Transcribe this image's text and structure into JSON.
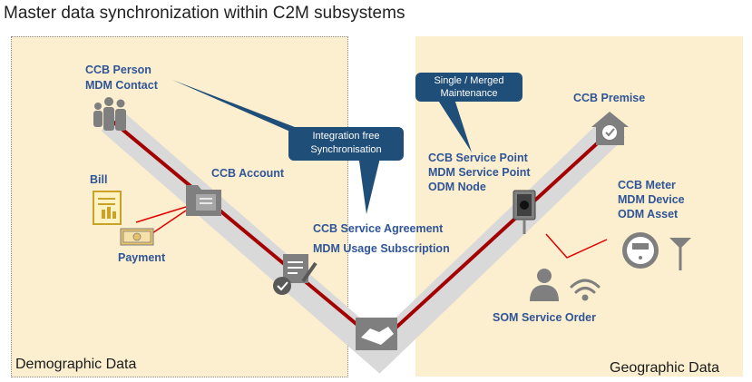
{
  "title": "Master data synchronization within C2M subsystems",
  "panels": {
    "left_label": "Demographic Data",
    "right_label": "Geographic Data"
  },
  "labels": {
    "person_line1": "CCB Person",
    "person_line2": "MDM Contact",
    "account": "CCB Account",
    "bill": "Bill",
    "payment": "Payment",
    "sa_line1": "CCB Service Agreement",
    "sa_line2": "MDM Usage Subscription",
    "premise": "CCB Premise",
    "sp_line1": "CCB Service Point",
    "sp_line2": "MDM Service Point",
    "sp_line3": "ODM Node",
    "meter_line1": "CCB Meter",
    "meter_line2": "MDM Device",
    "meter_line3": "ODM Asset",
    "service_order": "SOM Service Order"
  },
  "callouts": {
    "integration_line1": "Integration free",
    "integration_line2": "Synchronisation",
    "maintenance_line1": "Single / Merged",
    "maintenance_line2": "Maintenance"
  },
  "colors": {
    "panel_bg": "#fcefcf",
    "band": "#d9d9d9",
    "red_line": "#a50000",
    "label_blue": "#2f5597",
    "callout_bg": "#1f4e79",
    "icon_gray": "#7f7f7f",
    "icon_gold": "#c9a227"
  }
}
